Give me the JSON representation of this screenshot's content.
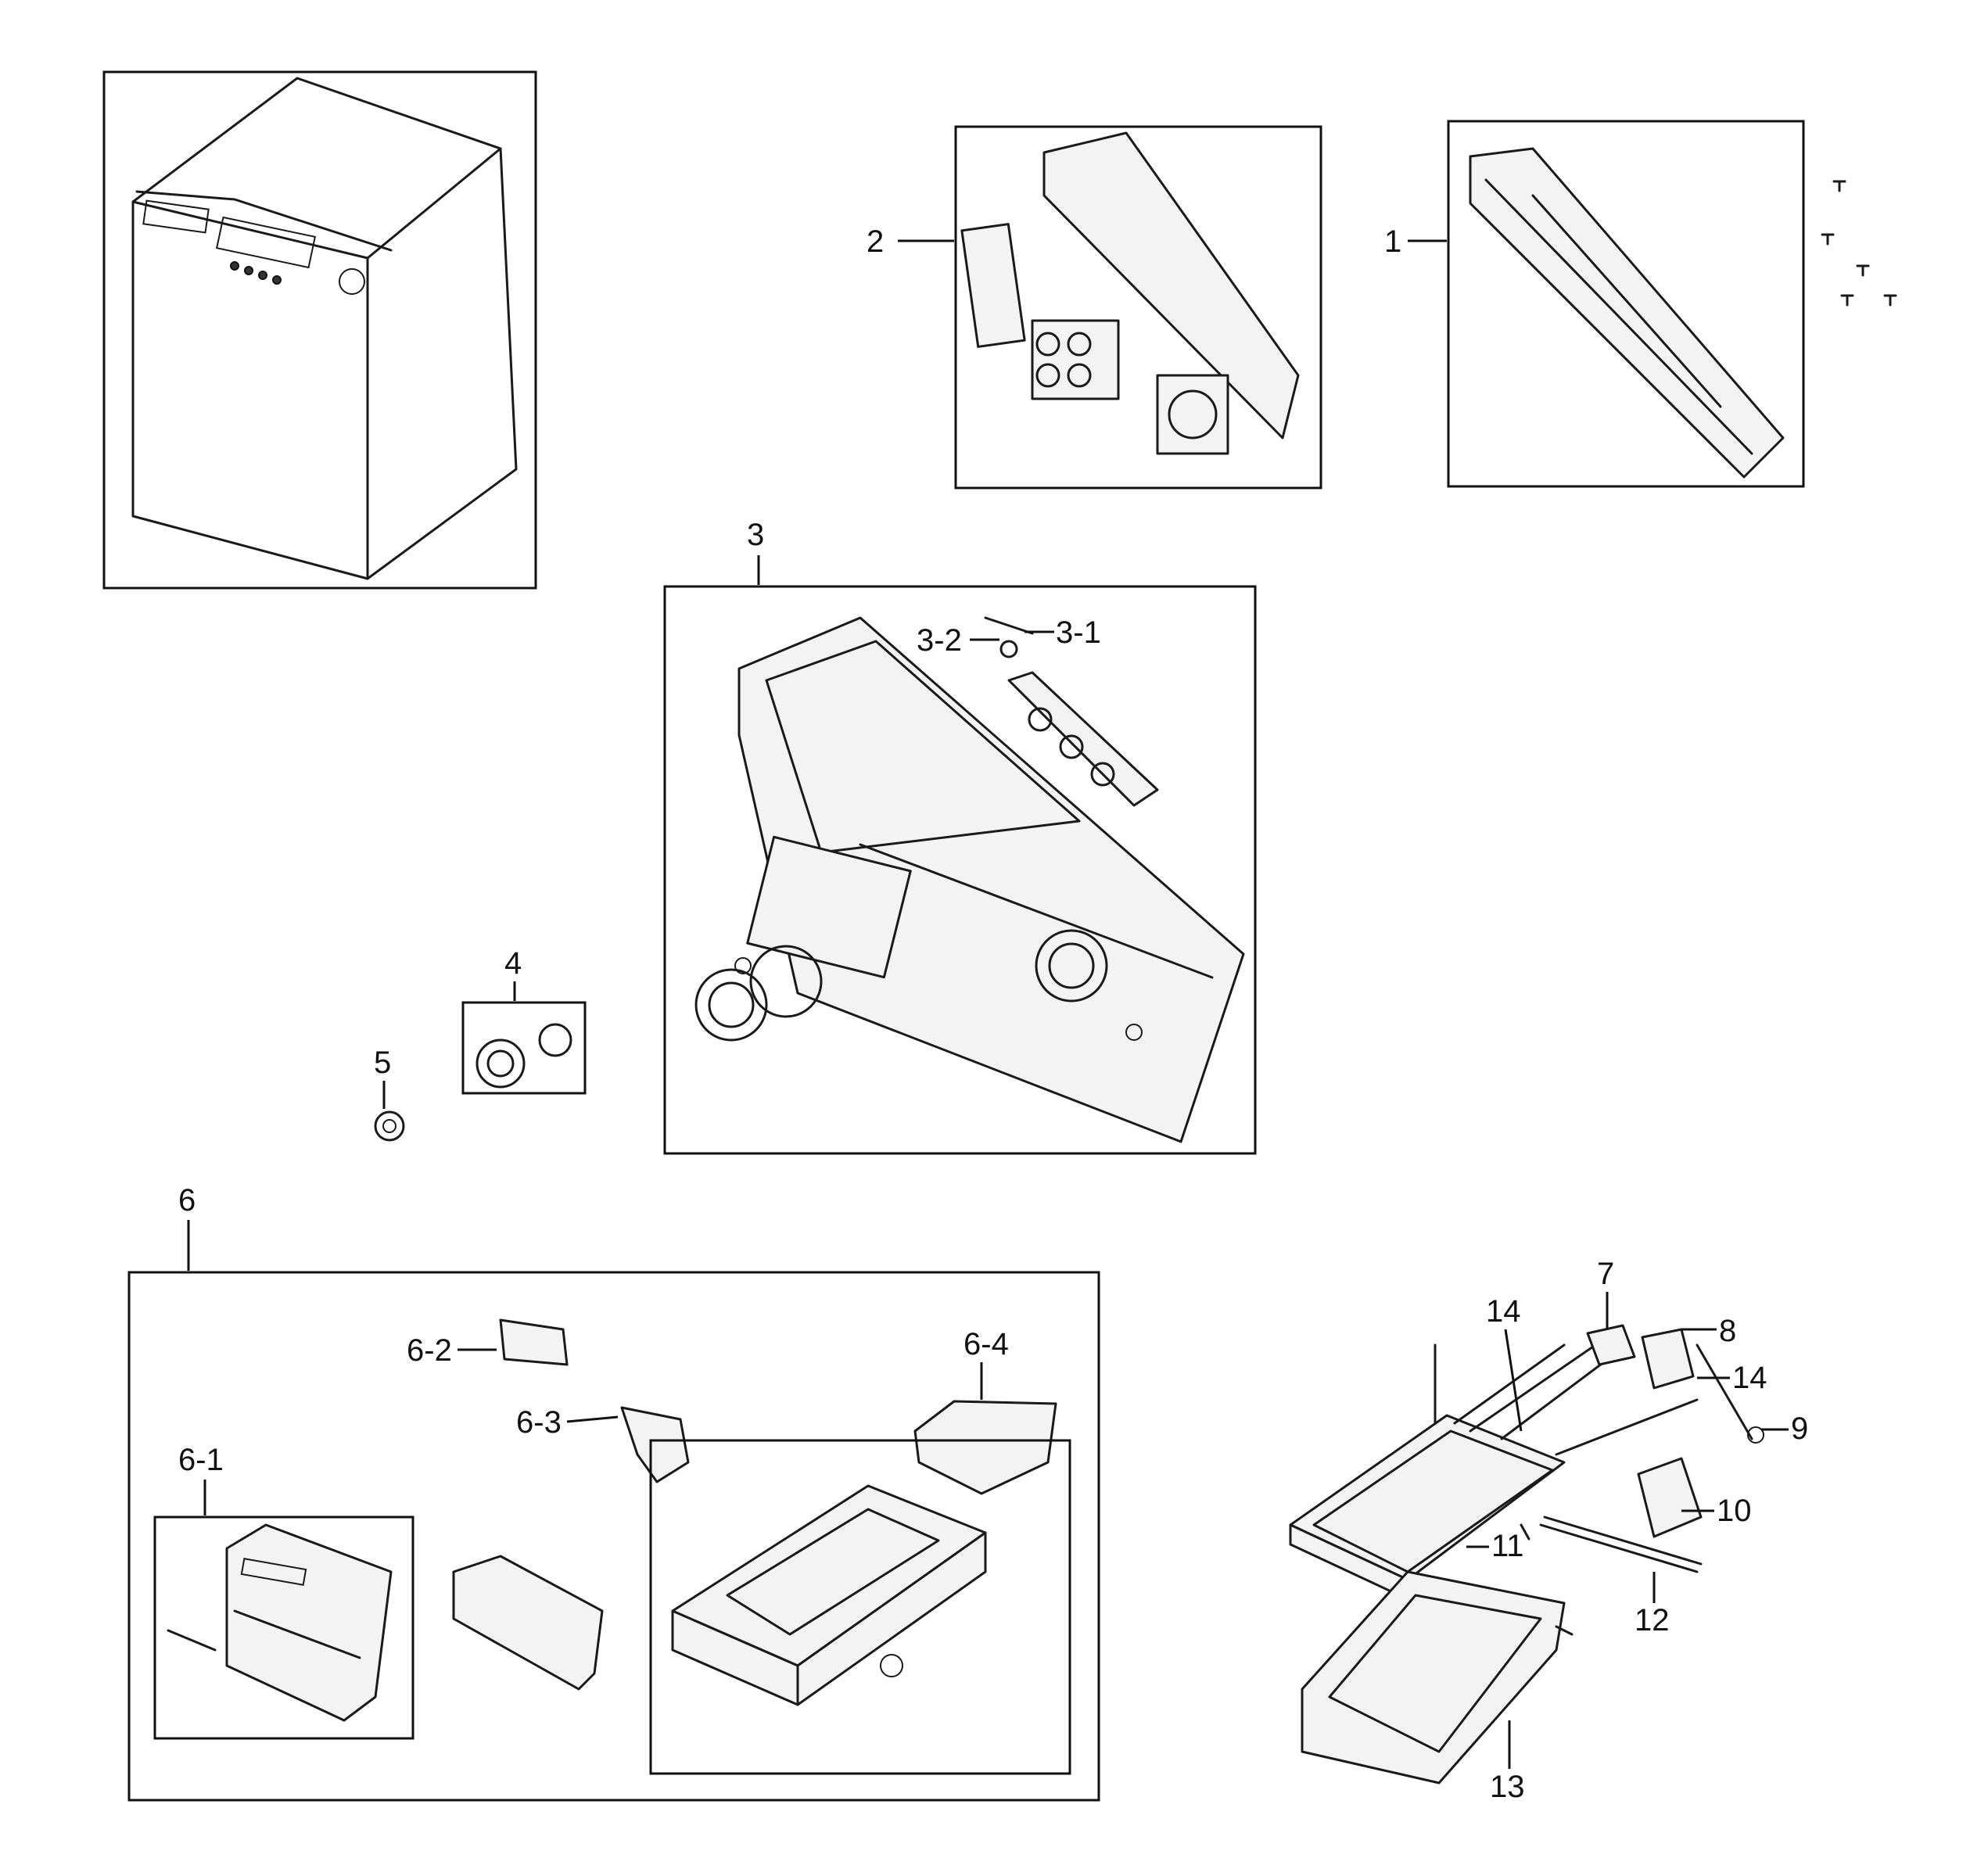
{
  "callouts": {
    "c1": "1",
    "c2": "2",
    "c3": "3",
    "c3_1": "3-1",
    "c3_2": "3-2",
    "c4": "4",
    "c5": "5",
    "c6": "6",
    "c6_1": "6-1",
    "c6_2": "6-2",
    "c6_3": "6-3",
    "c6_4": "6-4",
    "c7": "7",
    "c8": "8",
    "c9": "9",
    "c10": "10",
    "c11": "11",
    "c12": "12",
    "c13": "13",
    "c14a": "14",
    "c14b": "14"
  },
  "colors": {
    "line": "#111111",
    "background": "#ffffff"
  }
}
